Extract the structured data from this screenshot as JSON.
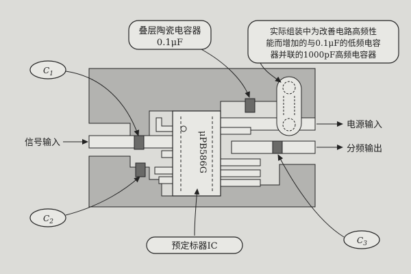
{
  "labels": {
    "stacked_cap_line1": "叠层陶瓷电容器",
    "stacked_cap_line2": "0.1μF",
    "note_line1": "实际组装中为改善电路高频性",
    "note_line2": "能而增加的与0.1μF的低频电容",
    "note_line3": "器并联的1000pF高频电容器",
    "c1_letter": "C",
    "c1_sub": "1",
    "c2_letter": "C",
    "c2_sub": "2",
    "c3_letter": "C",
    "c3_sub": "3",
    "signal_input": "信号输入",
    "power_input": "电源输入",
    "divider_output": "分频输出",
    "ic_part": "μPB586G",
    "prescaler_ic": "预定标器IC"
  },
  "colors": {
    "background": "#dcdcd8",
    "board": "#b3b3b0",
    "trace": "#e8e8e4",
    "component": "#6a6a68",
    "line": "#232323"
  }
}
